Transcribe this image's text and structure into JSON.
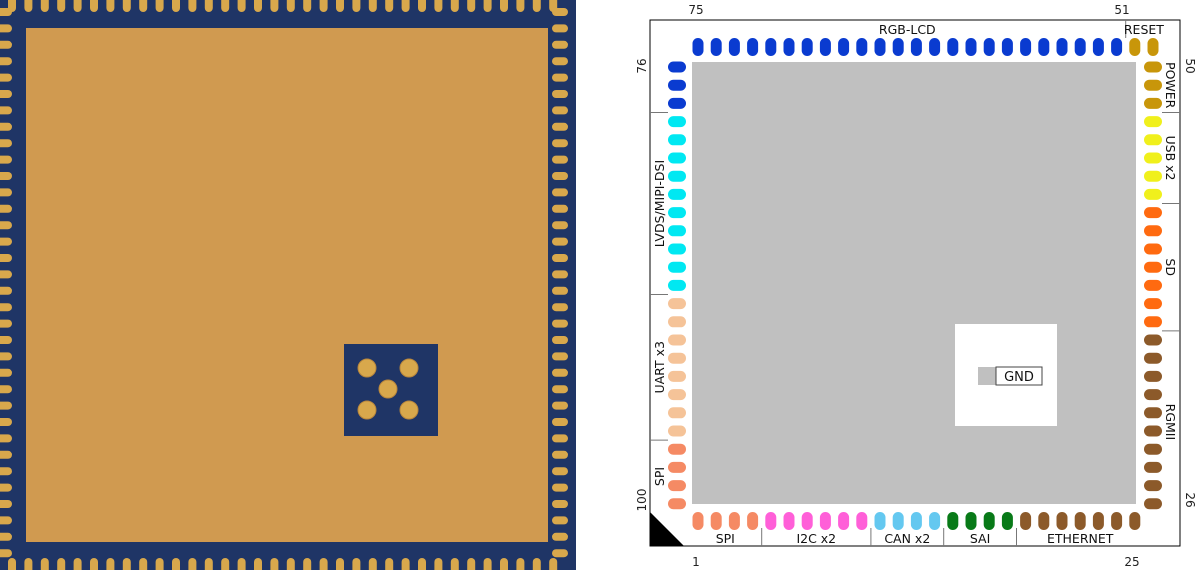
{
  "photo": {
    "substrate_color": "#1f3566",
    "board_color": "#d09a50",
    "pad_color": "#d8a84c"
  },
  "diagram": {
    "pin_numbers": {
      "top_left": "75",
      "top_right": "51",
      "left_top": "76",
      "right_top": "50",
      "left_bottom": "100",
      "right_bottom": "26",
      "bottom_left": "1",
      "bottom_right": "25"
    },
    "ground_pad_label": "GND",
    "colors": {
      "core": "#c0c0c0",
      "ground_window": "#ffffff",
      "frame_line": "#000000",
      "blue": "#0a3bd0",
      "cyan": "#00e8f2",
      "peach": "#f5c398",
      "salmon": "#f58a64",
      "magenta": "#ff5fd8",
      "lightblue": "#64c8f0",
      "green": "#087a18",
      "brown": "#8c5a2a",
      "orange": "#ff6a10",
      "yellow": "#f0f01c",
      "gold": "#c8960a"
    },
    "groups": {
      "top": [
        {
          "label": "RGB-LCD",
          "pins": 24,
          "color": "blue"
        },
        {
          "label": "RESET",
          "pins": 2,
          "color": "gold"
        }
      ],
      "left": [
        {
          "label": "",
          "pins": 3,
          "color": "blue"
        },
        {
          "label": "LVDS/MIPI-DSI",
          "pins": 10,
          "color": "cyan"
        },
        {
          "label": "UART x3",
          "pins": 8,
          "color": "peach"
        },
        {
          "label": "SPI",
          "pins": 4,
          "color": "salmon"
        }
      ],
      "right": [
        {
          "label": "POWER",
          "pins": 3,
          "color": "gold"
        },
        {
          "label": "USB x2",
          "pins": 5,
          "color": "yellow"
        },
        {
          "label": "SD",
          "pins": 7,
          "color": "orange"
        },
        {
          "label": "RGMII",
          "pins": 10,
          "color": "brown"
        }
      ],
      "bottom": [
        {
          "label": "SPI",
          "pins": 4,
          "color": "salmon"
        },
        {
          "label": "I2C x2",
          "pins": 6,
          "color": "magenta"
        },
        {
          "label": "CAN x2",
          "pins": 4,
          "color": "lightblue"
        },
        {
          "label": "SAI",
          "pins": 4,
          "color": "green"
        },
        {
          "label": "ETHERNET",
          "pins": 7,
          "color": "brown"
        }
      ]
    }
  }
}
